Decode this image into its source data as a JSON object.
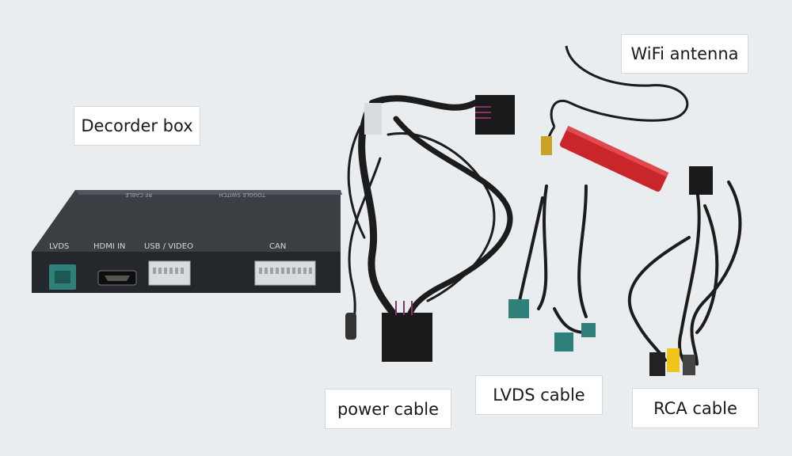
{
  "labels": {
    "decoder_box": "Decorder box",
    "wifi_antenna": "WiFi antenna",
    "power_cable": "power cable",
    "lvds_cable": "LVDS cable",
    "rca_cable": "RCA cable"
  },
  "box_ports": {
    "lvds": "LVDS",
    "hdmi_in": "HDMI IN",
    "usb_video": "USB / VIDEO",
    "can": "CAN"
  },
  "box_top_print": {
    "rf_cable": "RF CABLE",
    "toggle_switch": "TOGGLE SWITCH"
  },
  "colors": {
    "background": "#e9edf0",
    "box": "#2b2f33",
    "cable": "#1c1c1c",
    "lvds_connector": "#2f7f7a",
    "antenna": "#c8262b",
    "rca_yellow": "#f0c419"
  }
}
